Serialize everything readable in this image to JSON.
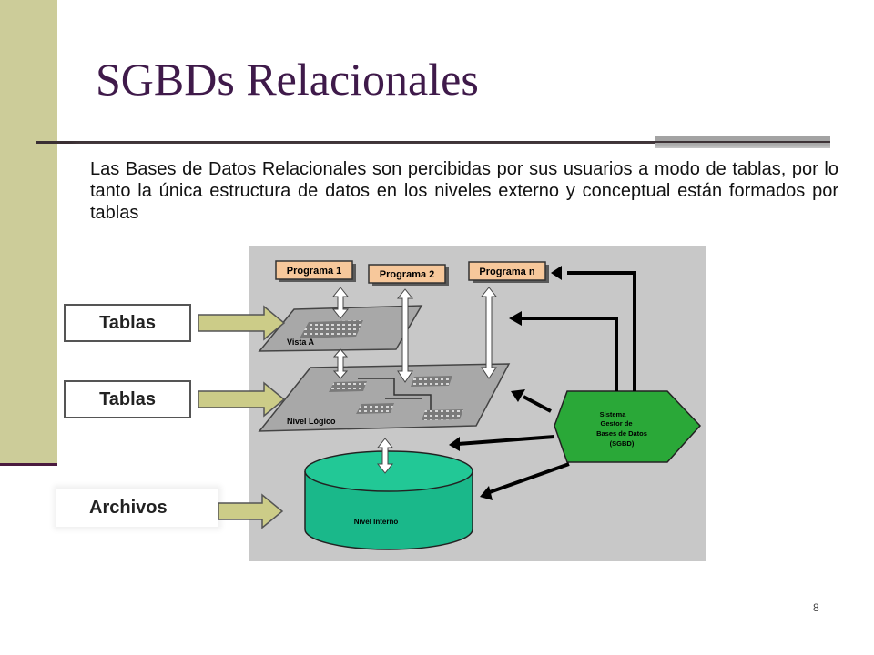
{
  "slide": {
    "title": "SGBDs Relacionales",
    "body": "Las Bases de Datos Relacionales son percibidas por sus usuarios a modo de tablas, por lo tanto la única estructura de datos en los niveles externo y conceptual están formados por tablas",
    "page_number": "8"
  },
  "labels": [
    "Tablas",
    "Tablas",
    "Archivos"
  ],
  "diagram": {
    "programs": [
      "Programa 1",
      "Programa 2",
      "Programa n"
    ],
    "view": "Vista A",
    "logical": "Nivel Lógico",
    "internal": "Nivel Interno",
    "dbms_line1": "Sistema",
    "dbms_line2": "Gestor de",
    "dbms_line3": "Bases de Datos",
    "dbms_line4": "(SGBD)"
  },
  "colors": {
    "sidebar": "#cccc99",
    "title": "#3f1a4a",
    "program_box": "#f7c89b",
    "cylinder": "#1ab88a",
    "dbms": "#2aa838",
    "label_arrow": "#cccc88"
  }
}
